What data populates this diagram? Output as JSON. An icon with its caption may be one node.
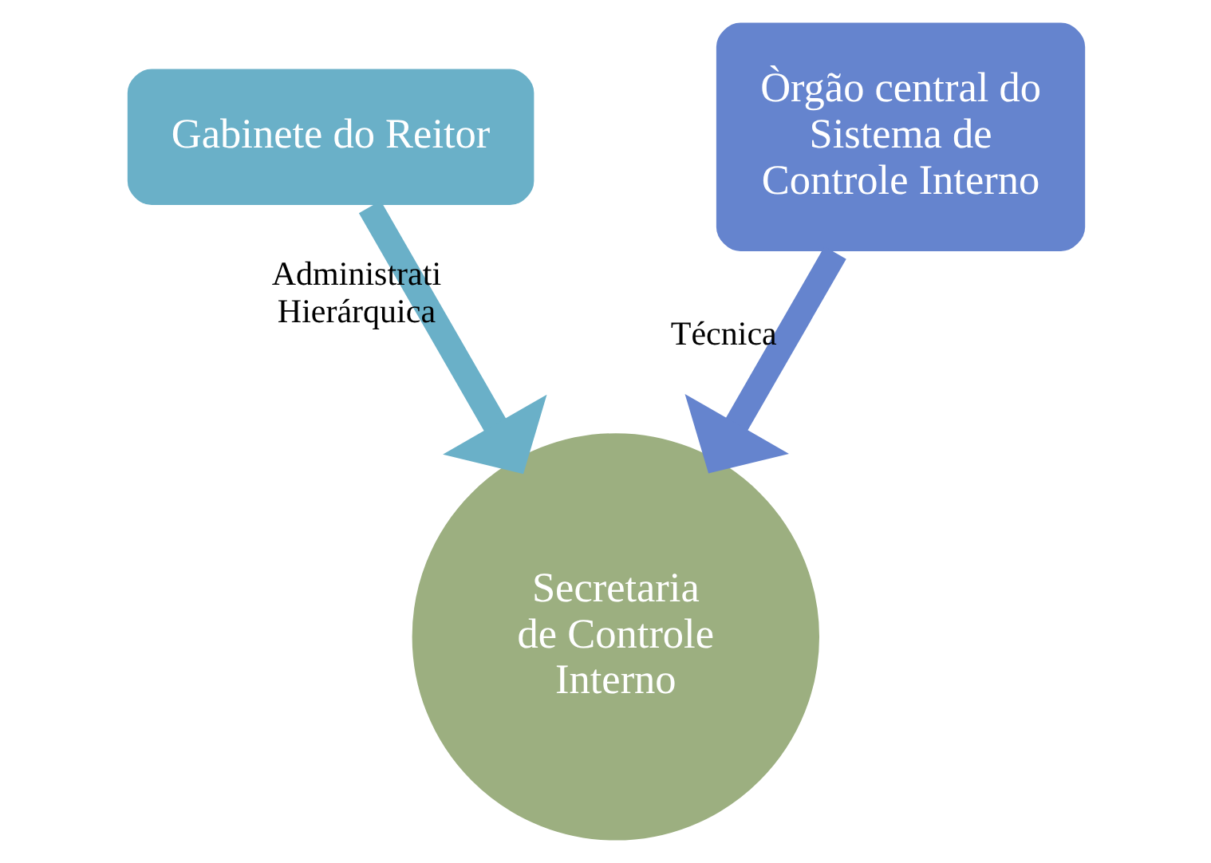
{
  "diagram": {
    "nodes": [
      {
        "text": [
          "Gabinete do Reitor"
        ]
      },
      {
        "text": [
          "Òrgão central do Sistema de Controle Interno"
        ]
      },
      {
        "text": [
          "Secretaria de Controle Interno"
        ]
      }
    ],
    "edges": [
      {
        "from": 0,
        "to": 2,
        "arrow": "to",
        "label": "Administrati Hierárquica",
        "color": "#6ab0c8"
      },
      {
        "from": 1,
        "to": 2,
        "arrow": "to",
        "label": "Técnica",
        "color": "#6584ce"
      }
    ]
  }
}
